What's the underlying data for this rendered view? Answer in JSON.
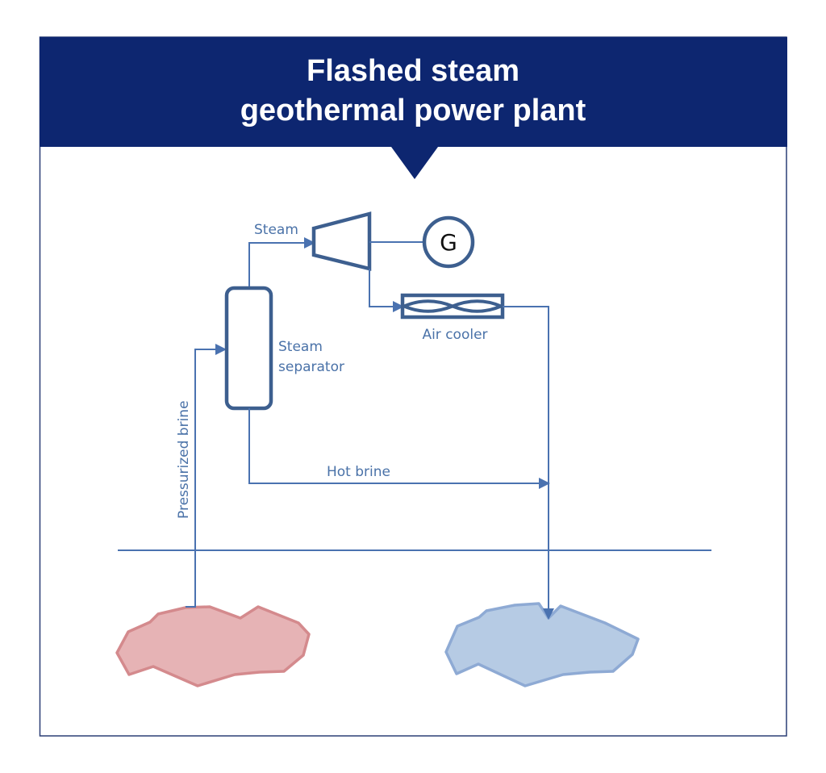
{
  "header": {
    "title_line1": "Flashed steam",
    "title_line2": "geothermal power plant"
  },
  "diagram": {
    "labels": {
      "steam": "Steam",
      "generator": "G",
      "air_cooler": "Air cooler",
      "steam_separator_line1": "Steam",
      "steam_separator_line2": "separator",
      "hot_brine": "Hot brine",
      "pressurized_brine": "Pressurized brine"
    },
    "components": [
      {
        "id": "steam-separator",
        "name": "Steam separator"
      },
      {
        "id": "turbine",
        "name": "Turbine"
      },
      {
        "id": "generator",
        "name": "Generator",
        "symbol": "G"
      },
      {
        "id": "air-cooler",
        "name": "Air cooler"
      },
      {
        "id": "production-reservoir",
        "name": "Hot reservoir"
      },
      {
        "id": "injection-reservoir",
        "name": "Cool reservoir"
      }
    ],
    "flows": [
      {
        "from": "production-reservoir",
        "to": "steam-separator",
        "label": "Pressurized brine"
      },
      {
        "from": "steam-separator",
        "to": "turbine",
        "label": "Steam"
      },
      {
        "from": "turbine",
        "to": "generator",
        "label": ""
      },
      {
        "from": "turbine",
        "to": "air-cooler",
        "label": ""
      },
      {
        "from": "steam-separator",
        "to": "injection-reservoir",
        "label": "Hot brine"
      },
      {
        "from": "air-cooler",
        "to": "injection-reservoir",
        "label": ""
      }
    ]
  },
  "colors": {
    "header_bg": "#0d2670",
    "frame_border": "#2b3f75",
    "pipe": "#4a72b0",
    "equipment": "#3d5f8f",
    "label_text": "#4a72a8",
    "hot_reservoir_fill": "#e6b3b5",
    "hot_reservoir_stroke": "#d48a8d",
    "cold_reservoir_fill": "#b6cbe4",
    "cold_reservoir_stroke": "#8eaad4"
  }
}
